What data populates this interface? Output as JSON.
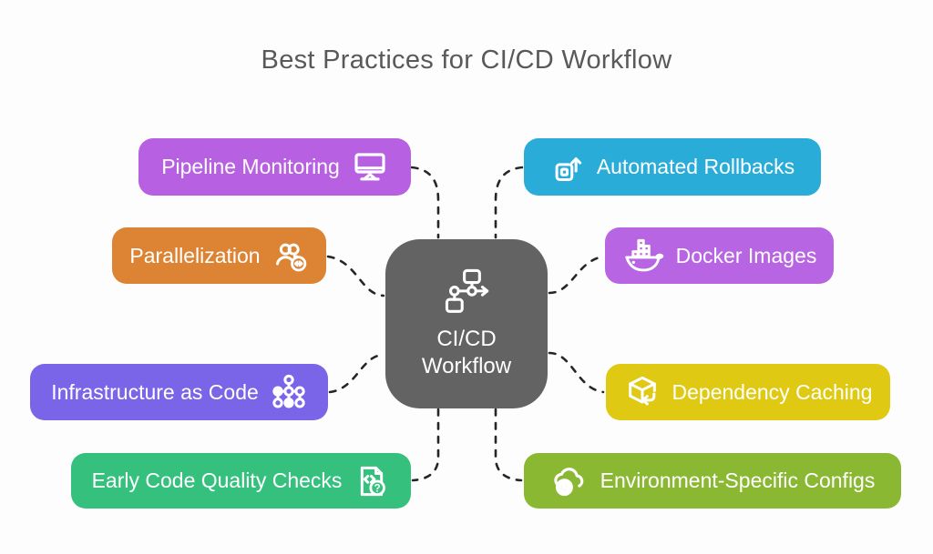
{
  "title": "Best Practices for CI/CD Workflow",
  "background": "#fdfdfd",
  "connector_color": "#262626",
  "center": {
    "label_line1": "CI/CD",
    "label_line2": "Workflow",
    "icon": "workflow-icon",
    "color": "#636363",
    "text_color": "#ffffff"
  },
  "nodes": [
    {
      "id": "pipeline-monitoring",
      "label": "Pipeline Monitoring",
      "icon": "monitor-icon",
      "color": "#b761e2",
      "side": "left"
    },
    {
      "id": "automated-rollbacks",
      "label": "Automated Rollbacks",
      "icon": "publish-arrow-icon",
      "color": "#29add8",
      "side": "right"
    },
    {
      "id": "parallelization",
      "label": "Parallelization",
      "icon": "users-sync-icon",
      "color": "#dc8434",
      "side": "left"
    },
    {
      "id": "docker-images",
      "label": "Docker Images",
      "icon": "docker-whale-icon",
      "color": "#b765e2",
      "side": "right"
    },
    {
      "id": "infrastructure-as-code",
      "label": "Infrastructure as Code",
      "icon": "network-nodes-icon",
      "color": "#7a64e8",
      "side": "left"
    },
    {
      "id": "dependency-caching",
      "label": "Dependency Caching",
      "icon": "cube-return-icon",
      "color": "#dfc913",
      "side": "right"
    },
    {
      "id": "early-code-quality-checks",
      "label": "Early Code Quality Checks",
      "icon": "code-file-question-icon",
      "color": "#35c17d",
      "side": "left"
    },
    {
      "id": "environment-specific-configs",
      "label": "Environment-Specific Configs",
      "icon": "cloud-gear-icon",
      "color": "#8bb832",
      "side": "right"
    }
  ]
}
